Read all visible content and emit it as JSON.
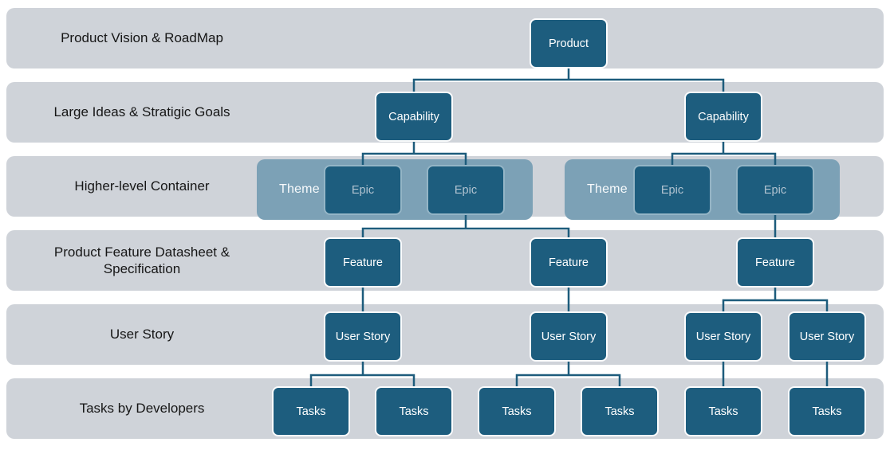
{
  "title": "Agile product hierarchy diagram",
  "colors": {
    "node_fill": "#1d5d7e",
    "node_border": "#fbfcfd",
    "epic_border": "#94b5c6",
    "epic_text": "#b3c4d1",
    "band_fill": "#cfd3d9",
    "theme_fill": "#7ca1b6",
    "connector": "#1d5c7c",
    "band_text": "#161616",
    "background": "#ffffff"
  },
  "rows": [
    {
      "id": "vision",
      "label": "Product Vision & RoadMap"
    },
    {
      "id": "ideas",
      "label": "Large Ideas & Stratigic Goals"
    },
    {
      "id": "container",
      "label": "Higher-level Container"
    },
    {
      "id": "feature-spec",
      "label": "Product Feature Datasheet & Specification"
    },
    {
      "id": "user-story",
      "label": "User Story"
    },
    {
      "id": "tasks",
      "label": "Tasks by Developers"
    }
  ],
  "themes": [
    {
      "id": "theme-1",
      "label": "Theme"
    },
    {
      "id": "theme-2",
      "label": "Theme"
    }
  ],
  "nodes": [
    {
      "id": "product",
      "label": "Product"
    },
    {
      "id": "capability-1",
      "label": "Capability"
    },
    {
      "id": "capability-2",
      "label": "Capability"
    },
    {
      "id": "epic-1",
      "label": "Epic"
    },
    {
      "id": "epic-2",
      "label": "Epic"
    },
    {
      "id": "epic-3",
      "label": "Epic"
    },
    {
      "id": "epic-4",
      "label": "Epic"
    },
    {
      "id": "feature-1",
      "label": "Feature"
    },
    {
      "id": "feature-2",
      "label": "Feature"
    },
    {
      "id": "feature-3",
      "label": "Feature"
    },
    {
      "id": "user-story-1",
      "label": "User Story"
    },
    {
      "id": "user-story-2",
      "label": "User Story"
    },
    {
      "id": "user-story-3",
      "label": "User Story"
    },
    {
      "id": "user-story-4",
      "label": "User Story"
    },
    {
      "id": "tasks-1",
      "label": "Tasks"
    },
    {
      "id": "tasks-2",
      "label": "Tasks"
    },
    {
      "id": "tasks-3",
      "label": "Tasks"
    },
    {
      "id": "tasks-4",
      "label": "Tasks"
    },
    {
      "id": "tasks-5",
      "label": "Tasks"
    },
    {
      "id": "tasks-6",
      "label": "Tasks"
    }
  ],
  "edges": [
    {
      "from": "product",
      "to": "capability-1"
    },
    {
      "from": "product",
      "to": "capability-2"
    },
    {
      "from": "capability-1",
      "to": "epic-1"
    },
    {
      "from": "capability-1",
      "to": "epic-2"
    },
    {
      "from": "capability-2",
      "to": "epic-3"
    },
    {
      "from": "capability-2",
      "to": "epic-4"
    },
    {
      "from": "epic-2",
      "to": "feature-1"
    },
    {
      "from": "epic-2",
      "to": "feature-2"
    },
    {
      "from": "epic-4",
      "to": "feature-3"
    },
    {
      "from": "feature-1",
      "to": "user-story-1"
    },
    {
      "from": "feature-2",
      "to": "user-story-2"
    },
    {
      "from": "feature-3",
      "to": "user-story-3"
    },
    {
      "from": "feature-3",
      "to": "user-story-4"
    },
    {
      "from": "user-story-1",
      "to": "tasks-1"
    },
    {
      "from": "user-story-1",
      "to": "tasks-2"
    },
    {
      "from": "user-story-2",
      "to": "tasks-3"
    },
    {
      "from": "user-story-2",
      "to": "tasks-4"
    },
    {
      "from": "user-story-3",
      "to": "tasks-5"
    },
    {
      "from": "user-story-4",
      "to": "tasks-6"
    }
  ]
}
